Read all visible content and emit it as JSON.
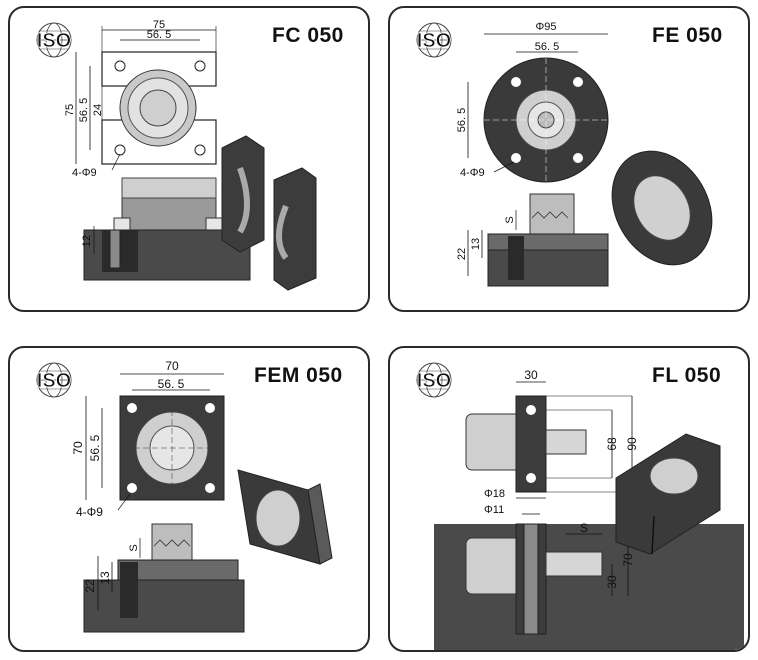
{
  "logo_text": "ISO",
  "colors": {
    "dark_steel": "#3c3c3c",
    "mid_steel": "#6a6a6a",
    "light_steel": "#b8b8b8",
    "base": "#4a4a4a",
    "hatch": "#2a2a2a"
  },
  "panels": [
    {
      "title": "FC 050",
      "dims": {
        "w_total": "75",
        "w_hole": "56. 5",
        "h_total": "75",
        "h_hole": "56. 5",
        "h_slot": "24",
        "holes": "4-Φ9",
        "bolt": "12"
      }
    },
    {
      "title": "FE 050",
      "dims": {
        "dia": "Φ95",
        "w_hole": "56. 5",
        "h_hole": "56. 5",
        "holes": "4-Φ9",
        "stroke": "S",
        "base_h": "22",
        "flange_h": "13"
      }
    },
    {
      "title": "FEM 050",
      "dims": {
        "w_total": "70",
        "w_hole": "56. 5",
        "h_total": "70",
        "h_hole": "56. 5",
        "holes": "4-Φ9",
        "stroke": "S",
        "base_h": "22",
        "flange_h": "13"
      }
    },
    {
      "title": "FL 050",
      "dims": {
        "width": "30",
        "d1": "68",
        "d2": "90",
        "bore": "Φ18",
        "bore2": "Φ11",
        "stroke": "S",
        "height": "70",
        "offset": "30"
      }
    }
  ]
}
